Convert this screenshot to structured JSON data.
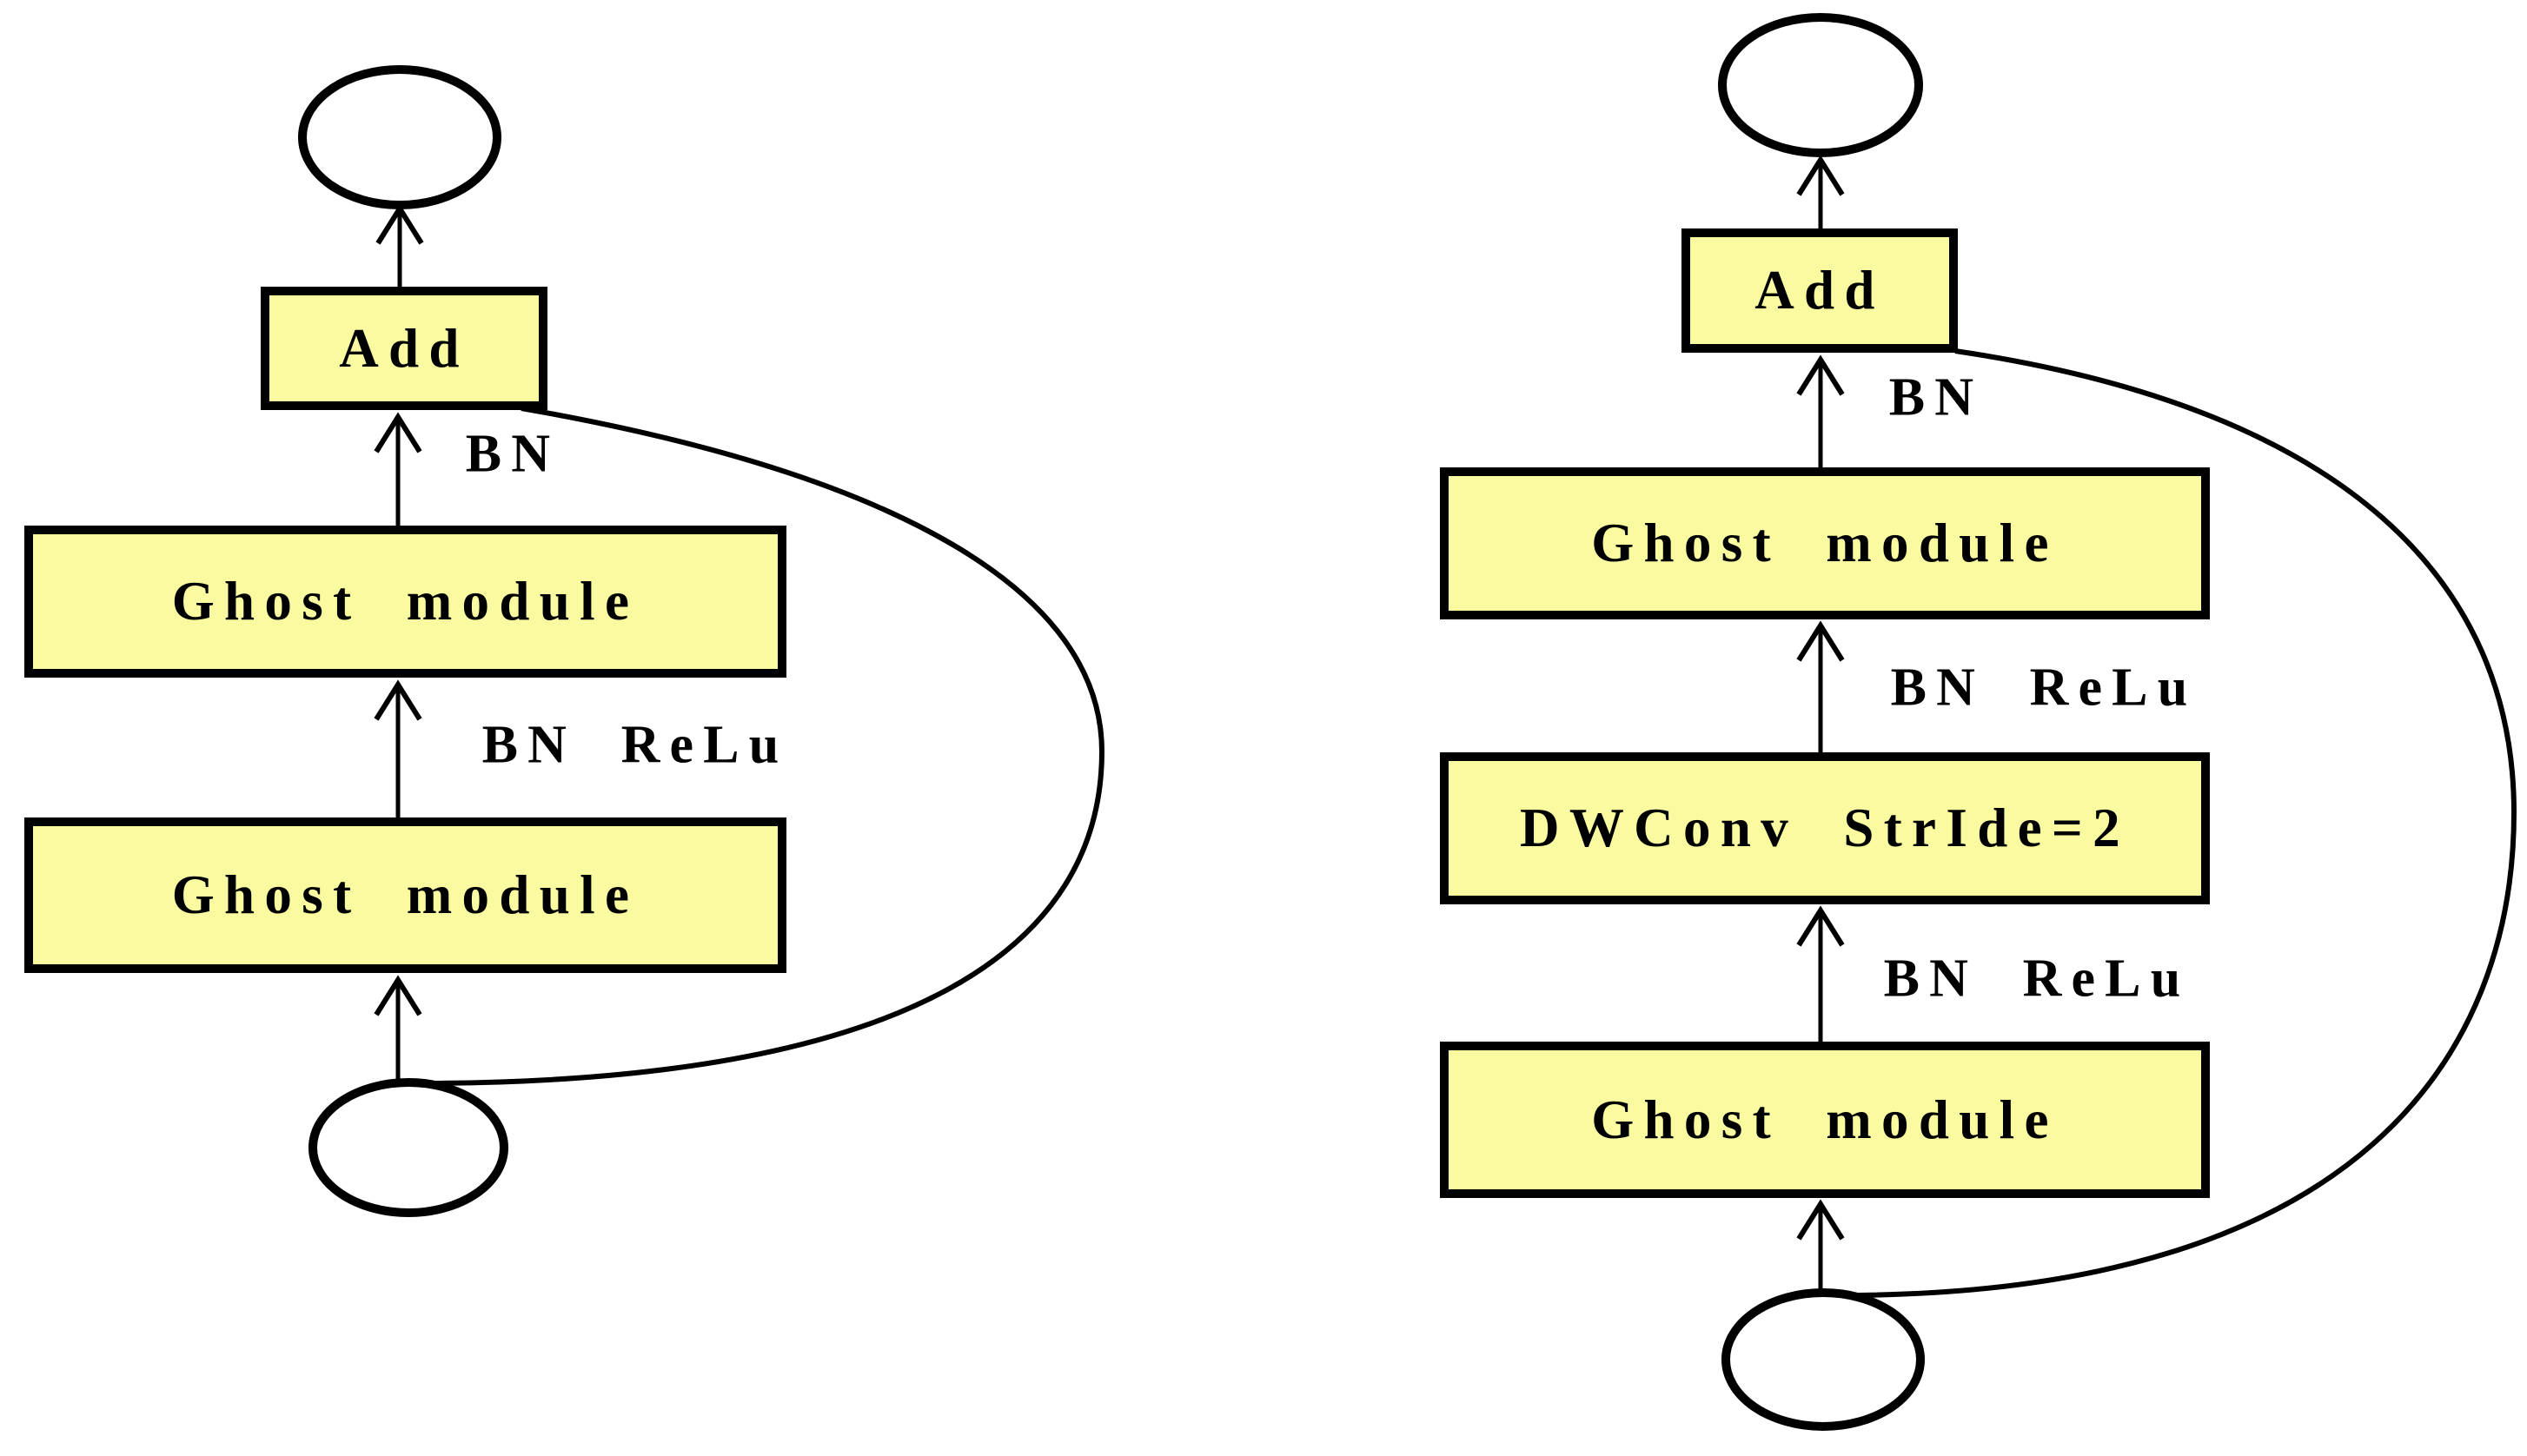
{
  "figure": {
    "left": {
      "add": "Add",
      "ghost_module_upper": "Ghost module",
      "ghost_module_lower": "Ghost module",
      "bn": "BN",
      "bn_relu": "BN ReLu"
    },
    "right": {
      "add": "Add",
      "ghost_module_upper": "Ghost module",
      "dwconv": "DWConv StrIde=2",
      "ghost_module_lower": "Ghost module",
      "bn": "BN",
      "bn_relu_upper": "BN ReLu",
      "bn_relu_lower": "BN ReLu"
    },
    "colors": {
      "node_fill": "#FAFAA0",
      "node_border": "#000000",
      "line": "#000000",
      "background": "#FFFFFF"
    }
  }
}
